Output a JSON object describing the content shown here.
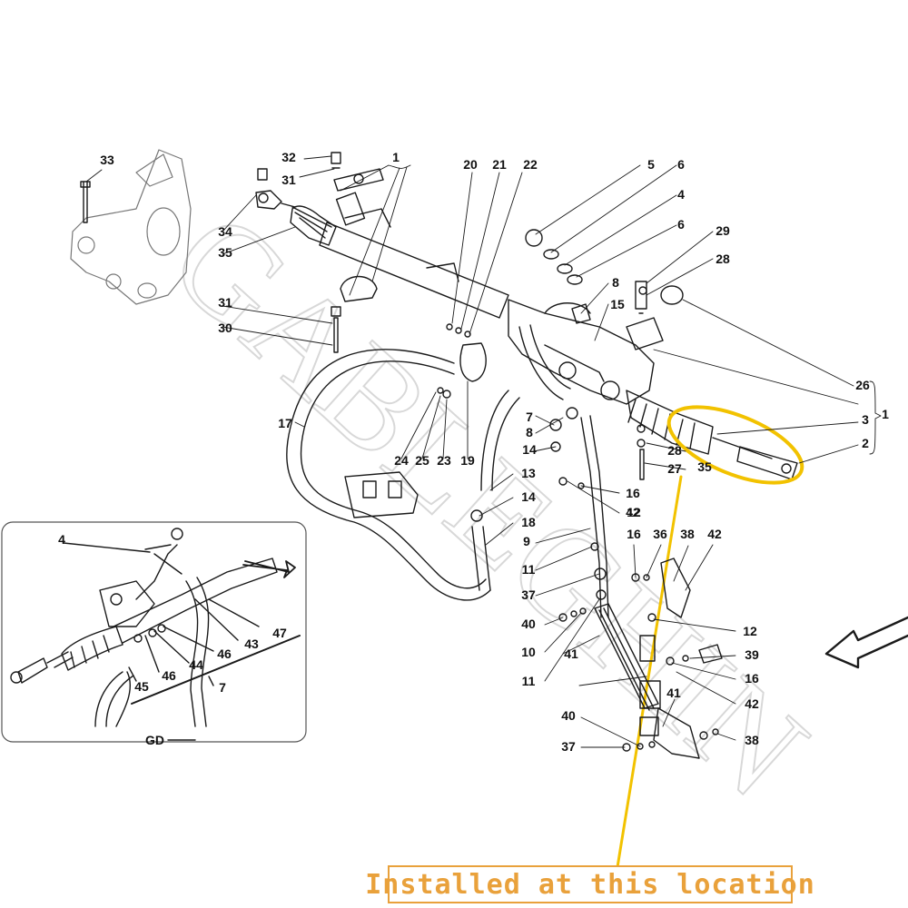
{
  "watermark": "GABLEGHIN",
  "inset_label": "GD",
  "caption": "Installed at this location",
  "colors": {
    "highlight": "#f2c200",
    "caption": "#e9a13b",
    "line": "#1a1a1a",
    "watermark": "#d8d8d8"
  },
  "part_numbers": [
    "33",
    "32",
    "1",
    "31",
    "34",
    "35",
    "31",
    "30",
    "20",
    "21",
    "22",
    "5",
    "6",
    "4",
    "6",
    "29",
    "28",
    "8",
    "15",
    "26",
    "1",
    "3",
    "2",
    "17",
    "24",
    "25",
    "23",
    "19",
    "7",
    "8",
    "14",
    "28",
    "27",
    "35",
    "13",
    "14",
    "18",
    "9",
    "16",
    "42",
    "16",
    "36",
    "38",
    "42",
    "12",
    "12",
    "11",
    "37",
    "40",
    "10",
    "41",
    "11",
    "39",
    "16",
    "42",
    "41",
    "40",
    "37",
    "38",
    "4",
    "47",
    "43",
    "46",
    "44",
    "46",
    "45",
    "7"
  ]
}
